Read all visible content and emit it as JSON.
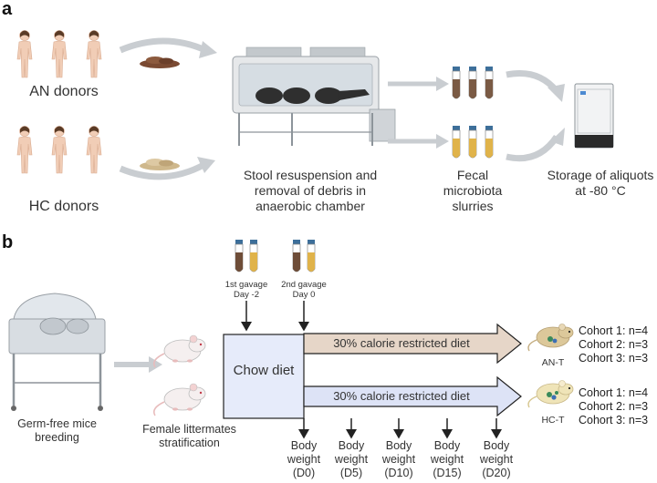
{
  "panel_a": {
    "letter": "a",
    "an_donors": "AN donors",
    "hc_donors": "HC donors",
    "chamber_caption": "Stool resuspension and removal of debris in anaerobic chamber",
    "slurries_caption": "Fecal microbiota slurries",
    "storage_caption": "Storage of aliquots at -80 °C"
  },
  "panel_b": {
    "letter": "b",
    "gavage1": "1st gavage Day -2",
    "gavage2": "2nd gavage Day 0",
    "germfree": "Germ-free mice breeding",
    "female": "Female littermates stratification",
    "chow": "Chow diet",
    "diet_top": "30% calorie restricted diet",
    "diet_bottom": "30% calorie restricted diet",
    "group_top": "AN-T",
    "group_bottom": "HC-T",
    "cohorts_top": [
      "Cohort 1: n=4",
      "Cohort 2: n=3",
      "Cohort 3: n=3"
    ],
    "cohorts_bottom": [
      "Cohort 1: n=4",
      "Cohort 2: n=3",
      "Cohort 3: n=3"
    ],
    "bw_labels": [
      "Body weight (D0)",
      "Body weight (D5)",
      "Body weight (D10)",
      "Body weight (D15)",
      "Body weight (D20)"
    ]
  },
  "colors": {
    "an_stool": "#7a4a32",
    "hc_stool": "#cfb88c",
    "diet_an": "#e6d6c8",
    "diet_hc": "#dde3f6",
    "chow_box": "#e6ebfa",
    "arrow_grey": "#c9cdd1"
  }
}
